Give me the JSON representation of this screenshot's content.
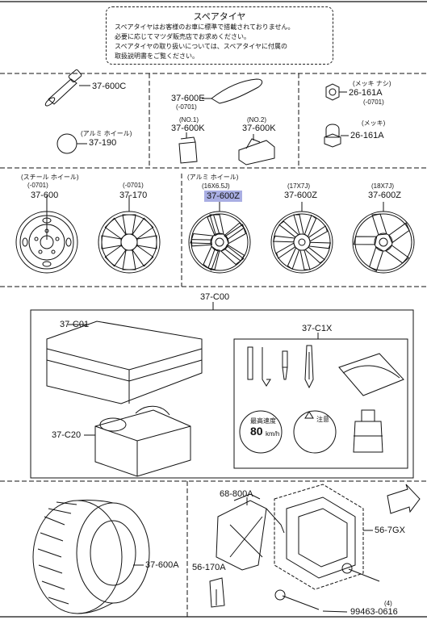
{
  "notice": {
    "title": "スペアタイヤ",
    "lines": [
      "スペアタイヤはお客様のお車に標準で搭載されておりません。",
      "必要に応じてマツダ販売店でお求めください。",
      "スペアタイヤの取り扱いについては、スペアタイヤに付属の",
      "取扱説明書をご覧ください。"
    ]
  },
  "parts": {
    "valve": "37-600C",
    "weight_e": "37-600E",
    "weight_e_note": "(-0701)",
    "weight_no1_note": "(NO.1)",
    "weight_no1": "37-600K",
    "weight_no2_note": "(NO.2)",
    "weight_no2": "37-600K",
    "nut_plain_note": "(メッキ ナシ)",
    "nut_plain": "26-161A",
    "nut_plain_date": "(-0701)",
    "nut_chrome_note": "(メッキ)",
    "nut_chrome": "26-161A",
    "cap_note": "(アルミ ホイール)",
    "cap": "37-190",
    "steel_header": "(スチール ホイール)",
    "steel_date": "(-0701)",
    "steel": "37-600",
    "cover_date": "(-0701)",
    "cover": "37-170",
    "alloy_header": "(アルミ ホイール)",
    "alloy16_size": "(16X6.5J)",
    "alloy16": "37-600Z",
    "alloy17_size": "(17X7J)",
    "alloy17": "37-600Z",
    "alloy18_size": "(18X7J)",
    "alloy18": "37-600Z",
    "kit": "37-C00",
    "case": "37-C01",
    "tools": "37-C1X",
    "compressor": "37-C20",
    "tire": "37-600A",
    "jack": "68-800A",
    "handle": "56-170A",
    "tray": "56-7GX",
    "bolt_qty": "(4)",
    "bolt": "99463-0616"
  },
  "stickers": {
    "left_text": "最高速度",
    "left_speed": "80",
    "left_unit": "km/h",
    "right_head": "注意"
  },
  "accent_color": "#a9aee3"
}
